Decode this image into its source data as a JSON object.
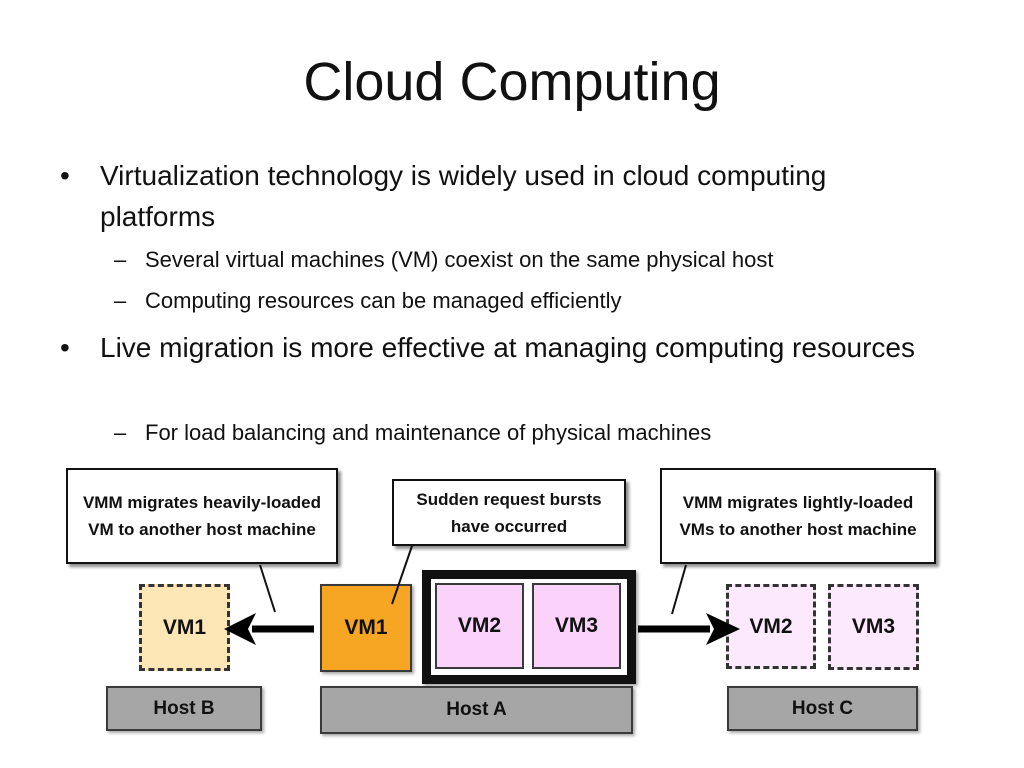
{
  "slide": {
    "title": "Cloud Computing",
    "bullets": [
      {
        "text": "Virtualization technology is widely used in cloud computing platforms",
        "subs": [
          "Several virtual machines (VM) coexist on the same physical host",
          "Computing resources can be managed efficiently"
        ]
      },
      {
        "text": "Live migration is more effective at managing computing resources",
        "subs": [
          "For load balancing and maintenance of physical machines"
        ]
      }
    ],
    "bullet_glyph": "•",
    "sub_glyph": "–"
  },
  "diagram": {
    "callouts": {
      "heavy": "VMM migrates heavily-loaded VM to another host machine",
      "burst": "Sudden request bursts have occurred",
      "light": "VMM migrates lightly-loaded VMs to another host machine"
    },
    "hosts": {
      "a": {
        "label": "Host A",
        "vms": [
          "VM1",
          "VM2",
          "VM3"
        ]
      },
      "b": {
        "label": "Host B",
        "vms": [
          "VM1"
        ]
      },
      "c": {
        "label": "Host C",
        "vms": [
          "VM2",
          "VM3"
        ]
      }
    },
    "colors": {
      "vm_orange": "#f6a623",
      "vm_orange_light": "#fde6b6",
      "vm_pink": "#fad2fa",
      "vm_pink_light": "#fde9fd",
      "host_gray": "#a6a6a6"
    }
  }
}
